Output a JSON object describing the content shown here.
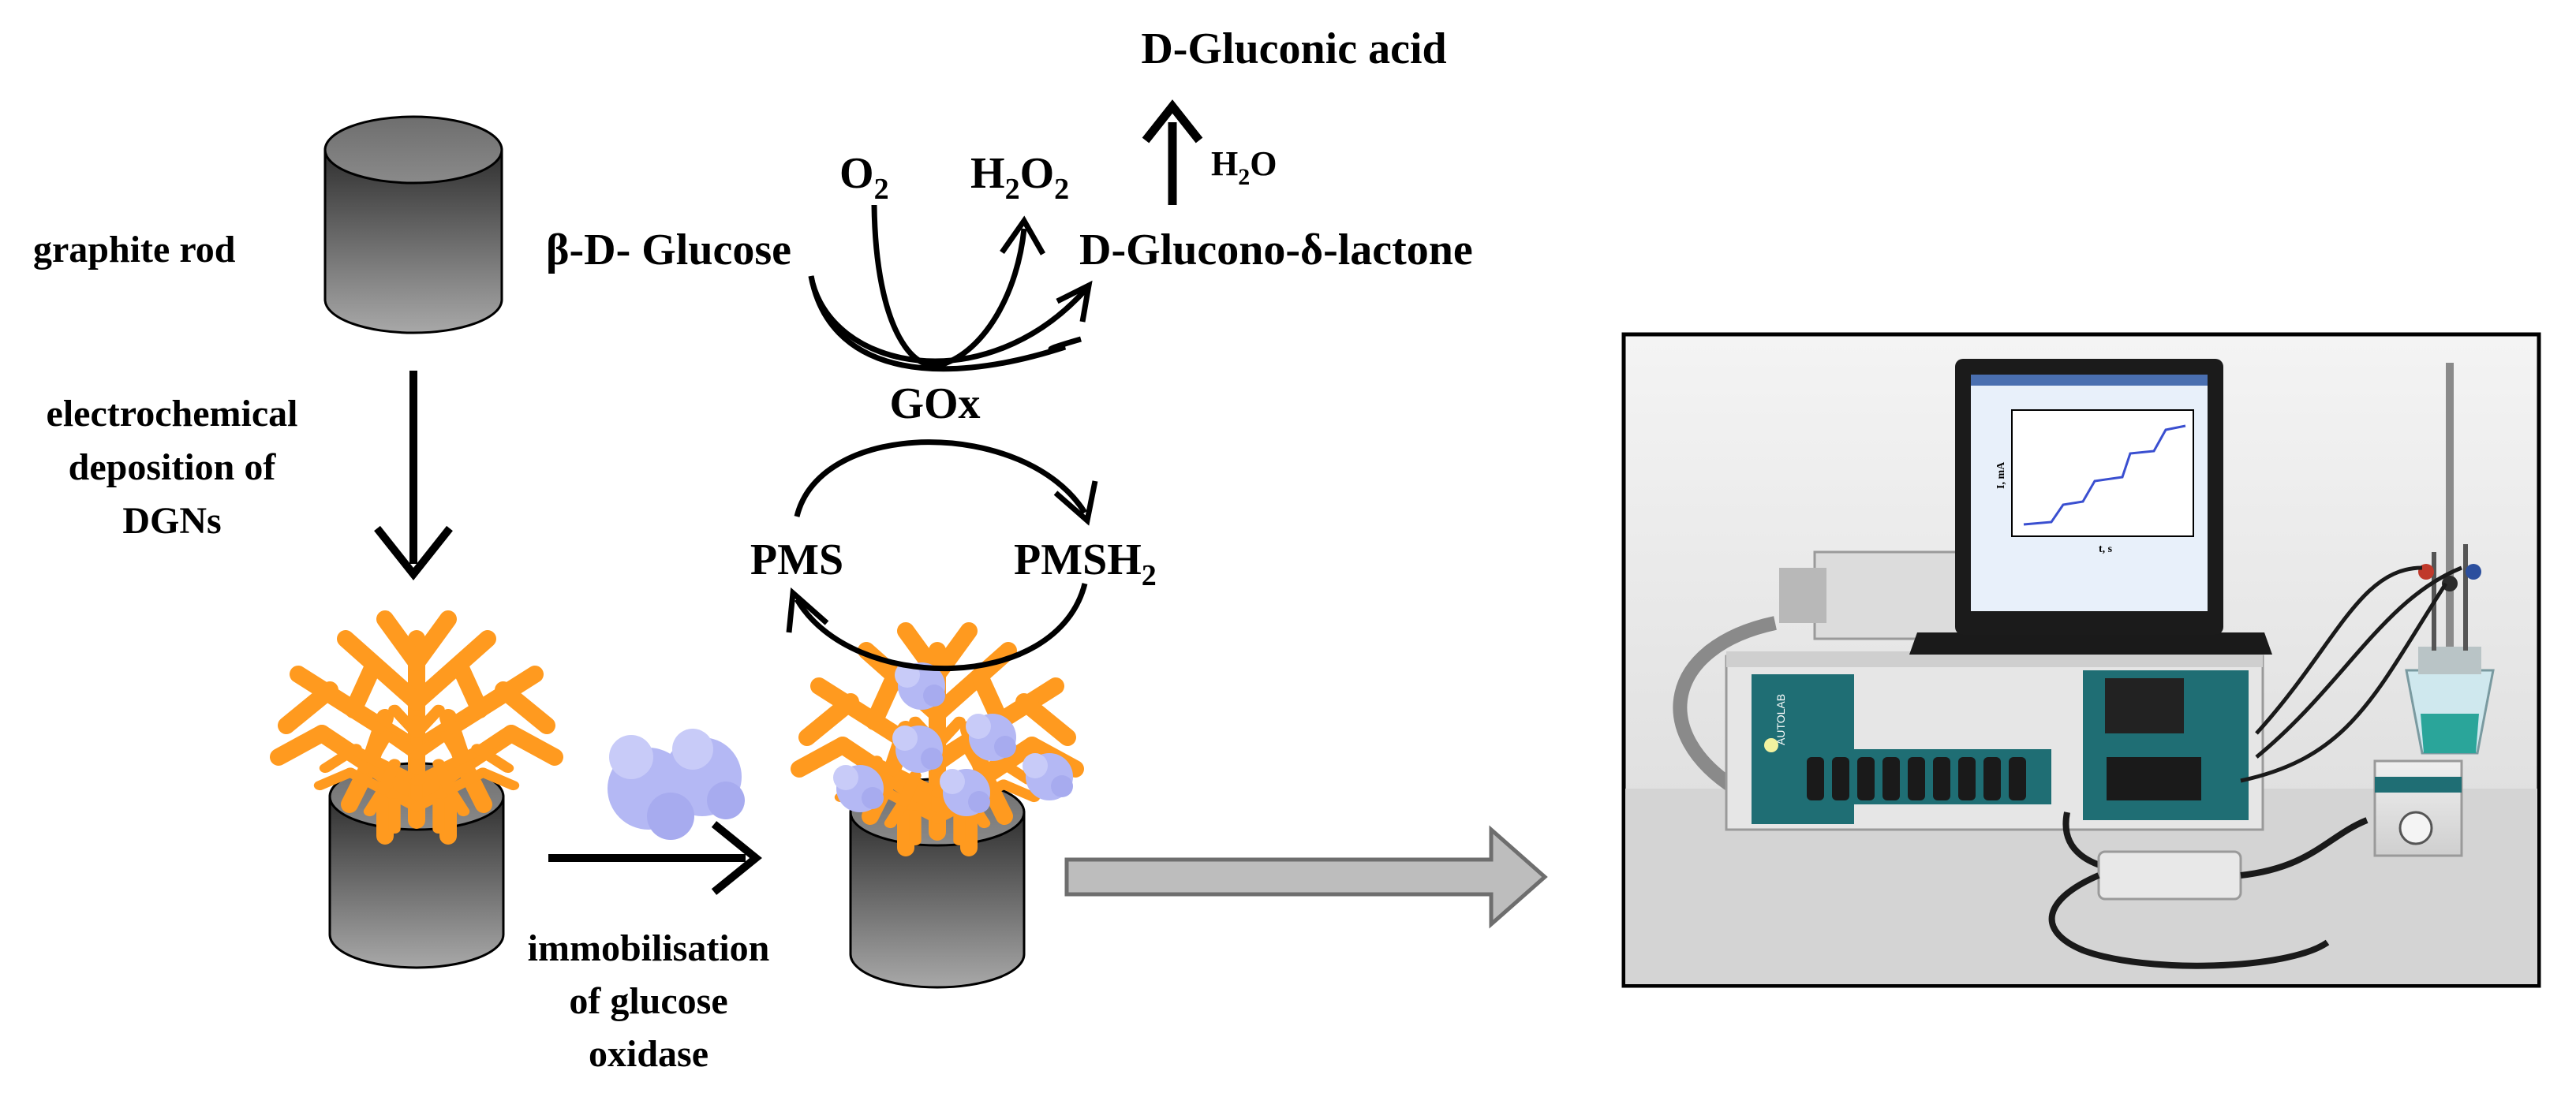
{
  "labels": {
    "graphite_rod": "graphite rod",
    "electro_1": "electrochemical",
    "electro_2": "deposition of",
    "electro_3": "DGNs",
    "immob_1": "immobilisation",
    "immob_2": "of glucose",
    "immob_3": "oxidase",
    "gluconic_acid": "D-Gluconic acid",
    "water": "H",
    "water_sub": "2",
    "water_end": "O",
    "o2": "O",
    "o2_sub": "2",
    "h2o2_a": "H",
    "h2o2_sub1": "2",
    "h2o2_b": "O",
    "h2o2_sub2": "2",
    "glucose": "β-D- Glucose",
    "lactone": "D-Glucono-δ-lactone",
    "gox": "GOx",
    "pms": "PMS",
    "pmsh2": "PMSH",
    "pmsh2_sub": "2"
  },
  "photo": {
    "screen_axis_y": "I, mA",
    "screen_axis_x": "t, s",
    "instrument_brand": "AUTOLAB"
  },
  "colors": {
    "dendrite": "#FF9A1F",
    "enzyme": "#B4B8F4",
    "rod_dark": "#3a3a3a",
    "rod_light": "#9a9a9a",
    "block_arrow": "#BDBDBD",
    "instrument_teal": "#1F6E74"
  }
}
